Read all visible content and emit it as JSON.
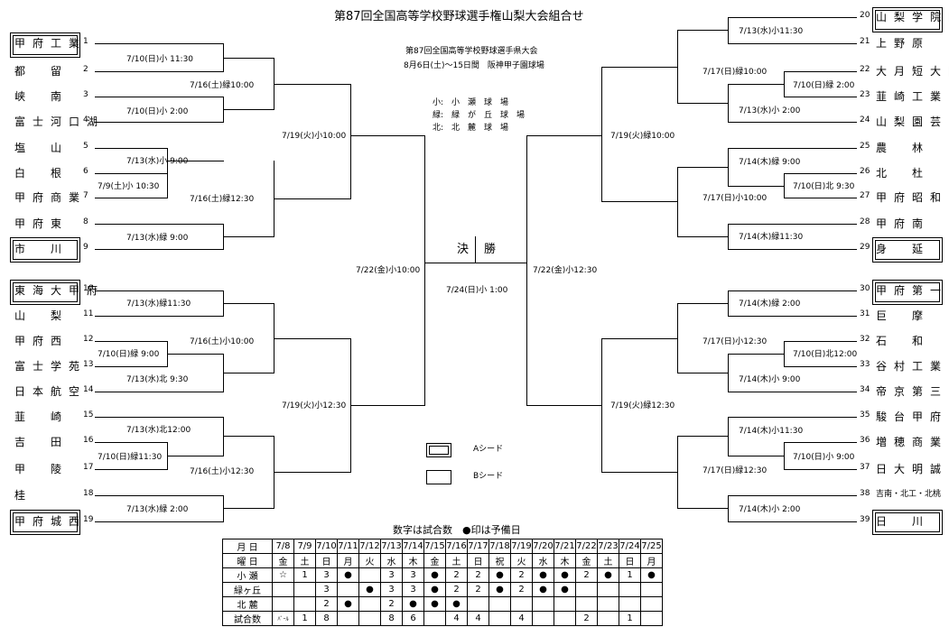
{
  "title": "第87回全国高等学校野球選手権山梨大会組合せ",
  "subtitle1": "第87回全国高等学校野球選手県大会",
  "subtitle2": "8月6日(土)～15日間　阪神甲子園球場",
  "venues": [
    "小:　小　瀬　球　場",
    "緑:　緑　が　丘　球　場",
    "北:　北　麓　球　場"
  ],
  "final_label": [
    "決",
    "勝"
  ],
  "legend": {
    "a": "Aシード",
    "b": "Bシード"
  },
  "cal_title": "数字は試合数　●印は予備日",
  "left_teams": [
    {
      "n": "1",
      "name": "甲府工業"
    },
    {
      "n": "2",
      "name": "都　留"
    },
    {
      "n": "3",
      "name": "峡　南"
    },
    {
      "n": "4",
      "name": "富士河口湖"
    },
    {
      "n": "5",
      "name": "塩　山"
    },
    {
      "n": "6",
      "name": "白　根"
    },
    {
      "n": "7",
      "name": "甲府商業"
    },
    {
      "n": "8",
      "name": "甲府東"
    },
    {
      "n": "9",
      "name": "市　川"
    },
    {
      "n": "10",
      "name": "東海大甲府"
    },
    {
      "n": "11",
      "name": "山　梨"
    },
    {
      "n": "12",
      "name": "甲府西"
    },
    {
      "n": "13",
      "name": "富士学苑"
    },
    {
      "n": "14",
      "name": "日本航空"
    },
    {
      "n": "15",
      "name": "韮　崎"
    },
    {
      "n": "16",
      "name": "吉　田"
    },
    {
      "n": "17",
      "name": "甲　陵"
    },
    {
      "n": "18",
      "name": "桂"
    },
    {
      "n": "19",
      "name": "甲府城西"
    }
  ],
  "right_teams": [
    {
      "n": "20",
      "name": "山梨学院附"
    },
    {
      "n": "21",
      "name": "上野原"
    },
    {
      "n": "22",
      "name": "大月短大附"
    },
    {
      "n": "23",
      "name": "韮崎工業"
    },
    {
      "n": "24",
      "name": "山梨園芸"
    },
    {
      "n": "25",
      "name": "農　林"
    },
    {
      "n": "26",
      "name": "北　杜"
    },
    {
      "n": "27",
      "name": "甲府昭和"
    },
    {
      "n": "28",
      "name": "甲府南"
    },
    {
      "n": "29",
      "name": "身　延"
    },
    {
      "n": "30",
      "name": "甲府第一"
    },
    {
      "n": "31",
      "name": "巨　摩"
    },
    {
      "n": "32",
      "name": "石　和"
    },
    {
      "n": "33",
      "name": "谷村工業"
    },
    {
      "n": "34",
      "name": "帝京第三"
    },
    {
      "n": "35",
      "name": "駿台甲府"
    },
    {
      "n": "36",
      "name": "増穂商業"
    },
    {
      "n": "37",
      "name": "日大明誠"
    },
    {
      "n": "38",
      "name": "吉南・北工・北桃"
    },
    {
      "n": "39",
      "name": "日　川"
    }
  ],
  "schedule": {
    "l1": "7/10(日)小 11:30",
    "l2": "7/16(土)緑10:00",
    "l3": "7/10(日)小 2:00",
    "l4": "7/13(水)小 9:00",
    "l5": "7/9(土)小 10:30",
    "l6": "7/16(土)緑12:30",
    "l7": "7/13(水)緑 9:00",
    "l8": "7/19(火)小10:00",
    "l9": "7/13(水)緑11:30",
    "l10": "7/16(土)小10:00",
    "l11": "7/10(日)緑 9:00",
    "l12": "7/13(水)北 9:30",
    "l13": "7/13(水)北12:00",
    "l14": "7/10(日)緑11:30",
    "l15": "7/16(土)小12:30",
    "l16": "7/13(水)緑 2:00",
    "l17": "7/19(火)小12:30",
    "l18": "7/22(金)小10:00",
    "r1": "7/13(水)小11:30",
    "r2": "7/17(日)緑10:00",
    "r3": "7/10(日)緑 2:00",
    "r4": "7/13(水)小 2:00",
    "r5": "7/19(火)緑10:00",
    "r6": "7/14(木)緑 9:00",
    "r7": "7/10(日)北 9:30",
    "r8": "7/17(日)小10:00",
    "r9": "7/14(木)緑11:30",
    "r10": "7/22(金)小12:30",
    "r11": "7/14(木)緑 2:00",
    "r12": "7/17(日)小12:30",
    "r13": "7/10(日)北12:00",
    "r14": "7/14(木)小 9:00",
    "r15": "7/19(火)緑12:30",
    "r16": "7/14(木)小11:30",
    "r17": "7/10(日)小 9:00",
    "r18": "7/17(日)緑12:30",
    "r19": "7/14(木)小 2:00",
    "final": "7/24(日)小 1:00"
  },
  "calendar": {
    "headers": [
      "月 日",
      "曜 日",
      "小 瀬",
      "緑ヶ丘",
      "北 麓",
      "試合数"
    ],
    "dates": [
      "7/8",
      "7/9",
      "7/10",
      "7/11",
      "7/12",
      "7/13",
      "7/14",
      "7/15",
      "7/16",
      "7/17",
      "7/18",
      "7/19",
      "7/20",
      "7/21",
      "7/22",
      "7/23",
      "7/24",
      "7/25"
    ],
    "days": [
      "金",
      "土",
      "日",
      "月",
      "火",
      "水",
      "木",
      "金",
      "土",
      "日",
      "祝",
      "火",
      "水",
      "木",
      "金",
      "土",
      "日",
      "月"
    ],
    "kose": [
      "☆",
      "1",
      "3",
      "●",
      "",
      "3",
      "3",
      "●",
      "2",
      "2",
      "●",
      "2",
      "●",
      "●",
      "2",
      "●",
      "1",
      "●"
    ],
    "midori": [
      "",
      "",
      "3",
      "",
      "●",
      "3",
      "3",
      "●",
      "2",
      "2",
      "●",
      "2",
      "●",
      "●",
      "",
      "",
      "",
      ""
    ],
    "hokuroku": [
      "",
      "",
      "2",
      "●",
      "",
      "2",
      "●",
      "●",
      "●",
      "",
      "",
      "",
      "",
      "",
      "",
      "",
      "",
      ""
    ],
    "games": [
      "ﾊﾞｰﾙ",
      "1",
      "8",
      "",
      "",
      "8",
      "6",
      "",
      "4",
      "4",
      "",
      "4",
      "",
      "",
      "2",
      "",
      "1",
      ""
    ]
  }
}
